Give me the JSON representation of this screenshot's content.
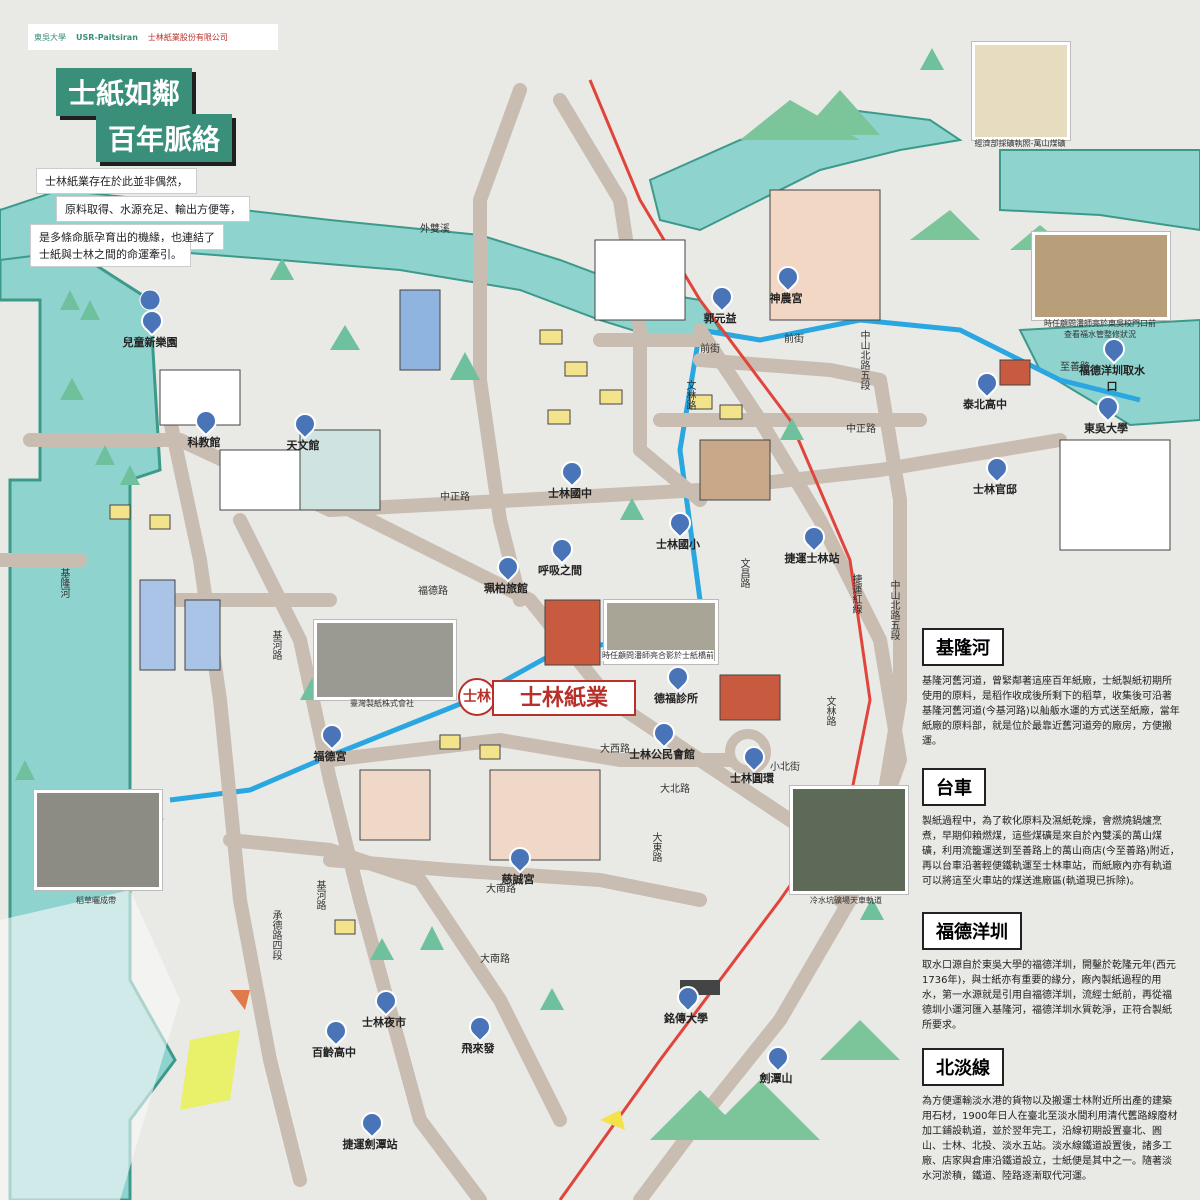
{
  "logos": [
    "東吳大學",
    "USR-Paitsiran",
    "士林紙業股份有限公司"
  ],
  "title": {
    "line1": "士紙如鄰",
    "line2": "百年脈絡"
  },
  "intro": [
    "士林紙業存在於此並非偶然，",
    "原料取得、水源充足、輸出方便等，",
    "是多條命脈孕育出的機緣，也連結了",
    "士紙與士林之間的命運牽引。"
  ],
  "brand": {
    "text": "士林紙業",
    "seal": "士林"
  },
  "places": [
    {
      "name": "兒童新樂園"
    },
    {
      "name": "科教館"
    },
    {
      "name": "天文館"
    },
    {
      "name": "郭元益"
    },
    {
      "name": "神農宮"
    },
    {
      "name": "泰北高中"
    },
    {
      "name": "福德洋圳取水口"
    },
    {
      "name": "東吳大學"
    },
    {
      "name": "士林官邸"
    },
    {
      "name": "士林國中"
    },
    {
      "name": "士林國小"
    },
    {
      "name": "捷運士林站"
    },
    {
      "name": "珮柏旅館"
    },
    {
      "name": "呼吸之間"
    },
    {
      "name": "德福診所"
    },
    {
      "name": "士林公民會館"
    },
    {
      "name": "士林圓環"
    },
    {
      "name": "福德宮"
    },
    {
      "name": "慈誠宮"
    },
    {
      "name": "士林夜市"
    },
    {
      "name": "百齡高中"
    },
    {
      "name": "飛來發"
    },
    {
      "name": "銘傳大學"
    },
    {
      "name": "劍潭山"
    },
    {
      "name": "捷運劍潭站"
    }
  ],
  "roads": [
    "外雙溪",
    "前街",
    "前街",
    "中正路",
    "中正路",
    "中山北路五段",
    "至善路",
    "文林路",
    "文林路",
    "福德路",
    "基河路",
    "承德路四段",
    "基河路",
    "大西路",
    "大北路",
    "大南路",
    "大東路",
    "大南路",
    "小北街",
    "中山北路五段",
    "捷運紅線",
    "文昌路",
    "基隆河"
  ],
  "captions": {
    "coal_permit": "經濟部採礦執照-萬山煤礦",
    "canal_photo": "時任顧問潘師亮於東吳校門口前 查看福水管整修狀況",
    "paper_mill": "臺灣製紙株式會社",
    "consultant": "時任顧問潘師亮合影於士紙橋前",
    "rice_straw": "稻草曬成帶",
    "coal_railway": "冷水坑礦場天車軌道"
  },
  "sections": [
    {
      "title": "基隆河",
      "text": "基隆河舊河道，曾緊鄰著這座百年紙廠，士紙製紙初期所使用的原料，是稻作收成後所剩下的稻草，收集後可沿著基隆河舊河道(今基河路)以舢舨水運的方式送至紙廠，當年紙廠的原料部，就是位於最靠近舊河道旁的廠房，方便搬運。"
    },
    {
      "title": "台車",
      "text": "製紙過程中，為了軟化原料及濕紙乾燥，會燃燒鍋爐烹煮，早期仰賴燃煤，這些煤礦是來自於內雙溪的萬山煤礦，利用流籠運送到至善路上的萬山商店(今至善路)附近，再以台車沿著輕便鐵軌運至士林車站，而紙廠內亦有軌道可以將這至火車站的煤送進廠區(軌道現已拆除)。"
    },
    {
      "title": "福德洋圳",
      "text": "取水口源自於東吳大學的福德洋圳，開鑿於乾隆元年(西元1736年)，與士紙亦有重要的緣分，廠內製紙過程的用水，第一水源就是引用自福德洋圳，流經士紙前，再從福德圳小運河匯入基隆河，福德洋圳水質乾淨，正符合製紙所要求。"
    },
    {
      "title": "北淡線",
      "text": "為方便運輸淡水港的貨物以及搬運士林附近所出產的建築用石材，1900年日人在臺北至淡水間利用清代舊路線廢材加工鋪設軌道，並於翌年完工，沿線初期設置臺北、圓山、士林、北投、淡水五站。淡水線鐵道設置後，諸多工廠、店家與倉庫沿鐵道設立，士紙便是其中之一。隨著淡水河淤積，鐵道、陸路逐漸取代河運。"
    }
  ],
  "colors": {
    "river": "#8fd3cf",
    "river_edge": "#3c9a8a",
    "road": "#c9bcb0",
    "pin": "#4a74b8",
    "rail": "#e0443a",
    "accent": "#3a8f7a"
  }
}
